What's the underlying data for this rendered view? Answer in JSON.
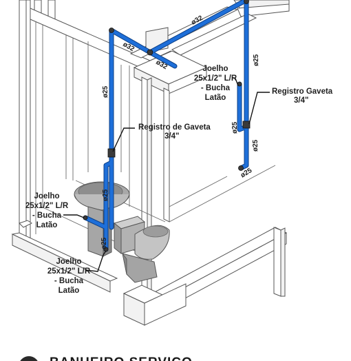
{
  "labels": {
    "registro_left_line1": "Registro de Gaveta",
    "registro_left_line2": "3/4\"",
    "registro_right_line1": "Registro Gaveta",
    "registro_right_line2": "3/4\"",
    "joelho_top_line1": "Joelho",
    "joelho_top_line2": "25x1/2\" L/R",
    "joelho_top_line3": "- Bucha",
    "joelho_top_line4": "Latão",
    "joelho_mid_line1": "Joelho",
    "joelho_mid_line2": "25x1/2\" L/R",
    "joelho_mid_line3": "- Bucha",
    "joelho_mid_line4": "Latão",
    "joelho_bottom_line1": "Joelho",
    "joelho_bottom_line2": "25x1/2\" L/R",
    "joelho_bottom_line3": "- Bucha",
    "joelho_bottom_line4": "Latão"
  },
  "dimensions": {
    "d32_top": "ø32",
    "d32_left": "ø32",
    "d32_front": "ø32",
    "d25_topright": "ø25",
    "d25_left_riser": "ø25",
    "d25_right_a": "ø25",
    "d25_right_b": "ø25",
    "d25_right_bottom": "ø25",
    "d25_sink": "ø25",
    "d25_toilet": "ø25"
  },
  "section_title": "BANHEIRO SERVIÇO",
  "colors": {
    "pipe": "#1e6fd9",
    "pipe_edge": "#0c3f85",
    "line": "#555555",
    "fixture": "#a8a8a8"
  }
}
